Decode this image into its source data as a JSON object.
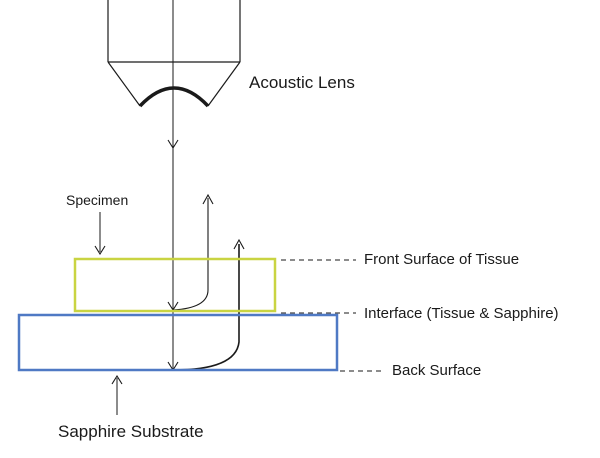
{
  "labels": {
    "acoustic_lens": "Acoustic Lens",
    "specimen": "Specimen",
    "front_surface": "Front Surface of Tissue",
    "interface": "Interface (Tissue & Sapphire)",
    "back_surface": "Back Surface",
    "sapphire_substrate": "Sapphire Substrate"
  },
  "colors": {
    "specimen_outline": "#c9d442",
    "substrate_outline": "#4f79c4",
    "ink": "#1a1a1a"
  }
}
